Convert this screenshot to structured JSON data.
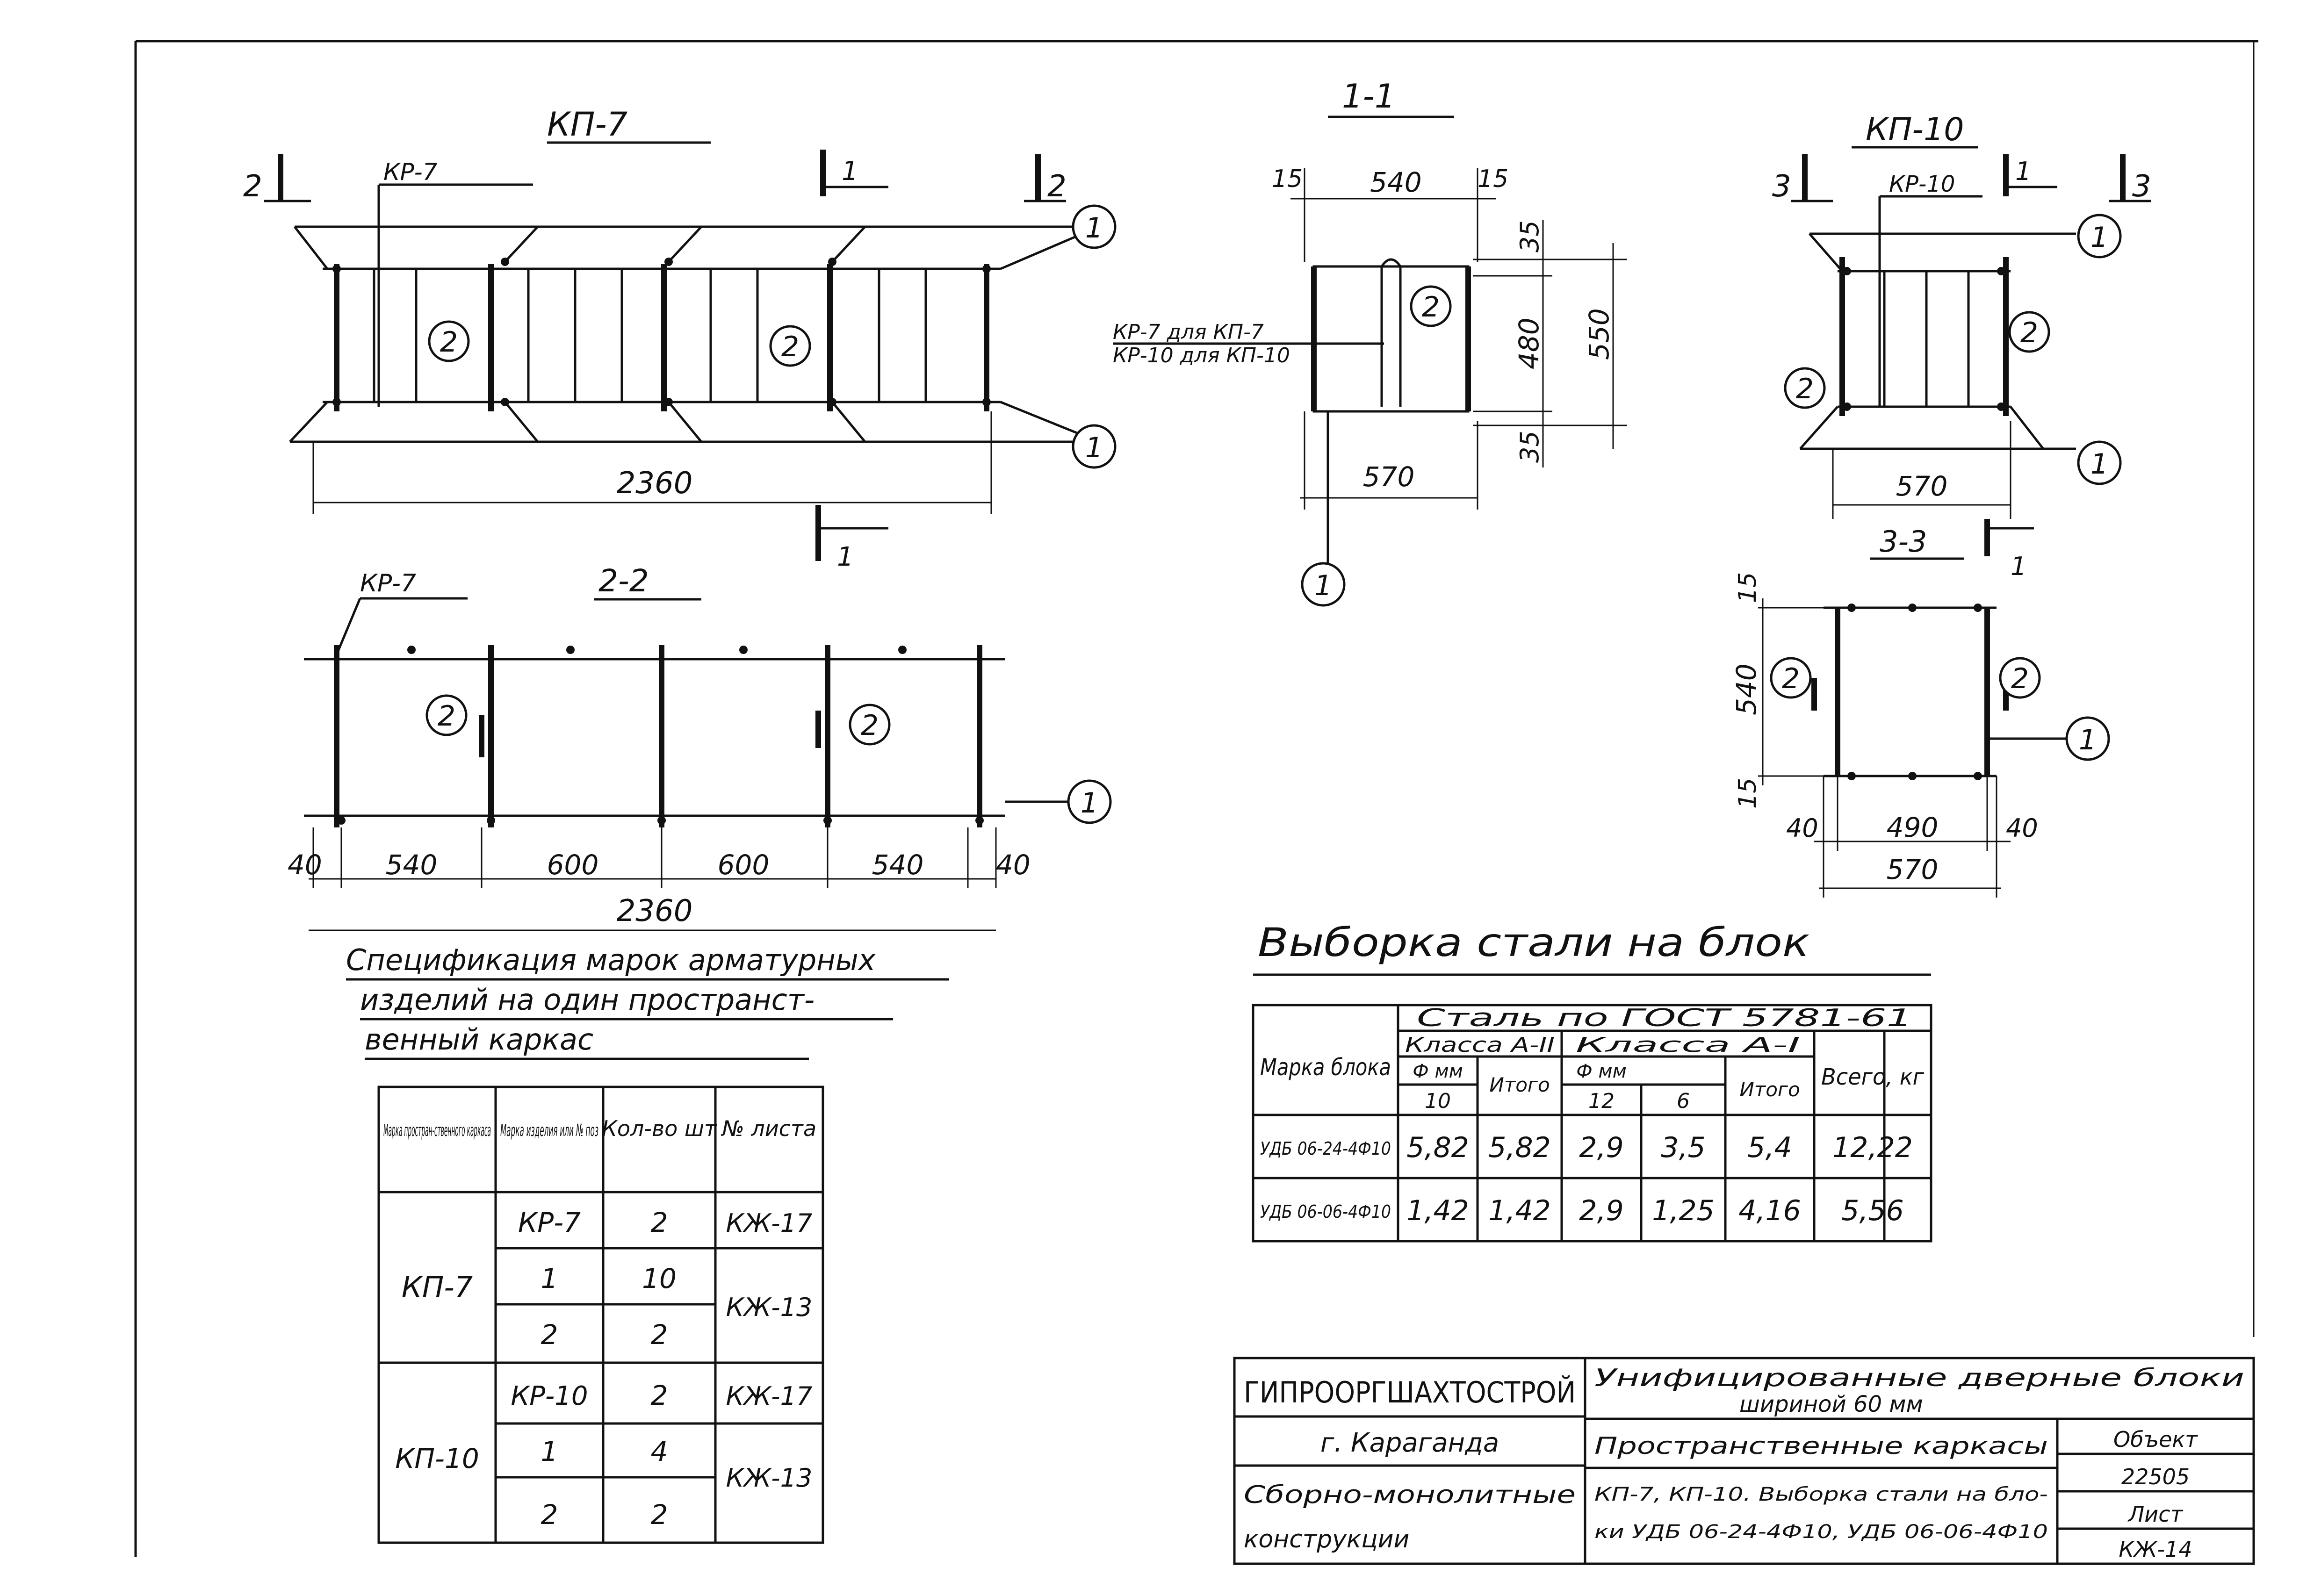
{
  "drawings": {
    "kp7_plan": {
      "title": "КП-7",
      "kr": "КР-7",
      "section_1": "1",
      "section_2": "2",
      "pos1": "1",
      "pos2": "2",
      "dim_total": "2360"
    },
    "section_11": {
      "title": "1-1",
      "dim_15a": "15",
      "dim_540": "540",
      "dim_15b": "15",
      "dim_35a": "35",
      "dim_480": "480",
      "dim_550": "550",
      "dim_35b": "35",
      "dim_570": "570",
      "note_line1": "КР-7 для КП-7",
      "note_line2": "КР-10 для КП-10",
      "pos1": "1",
      "pos2": "2"
    },
    "kp10_plan": {
      "title": "КП-10",
      "kr": "КР-10",
      "section_1": "1",
      "section_3": "3",
      "pos1": "1",
      "pos2": "2",
      "dim_570": "570"
    },
    "section_22": {
      "title": "2-2",
      "kr": "КР-7",
      "pos1": "1",
      "pos2": "2",
      "dims": [
        "40",
        "540",
        "600",
        "600",
        "540",
        "40"
      ],
      "dim_total": "2360"
    },
    "section_33": {
      "title": "3-3",
      "section_1": "1",
      "dim_15a": "15",
      "dim_540": "540",
      "dim_15b": "15",
      "dim_40a": "40",
      "dim_490": "490",
      "dim_40b": "40",
      "dim_570": "570",
      "pos1": "1",
      "pos2": "2"
    }
  },
  "spec_table": {
    "title_line1": "Спецификация марок арматурных",
    "title_line2": "изделий на один пространст-",
    "title_line3": "венный каркас",
    "headers": [
      "Марка простран-ственного каркаса",
      "Марка изделия или № поз",
      "Кол-во шт",
      "№ листа"
    ],
    "groups": [
      {
        "frame": "КП-7",
        "rows": [
          {
            "item": "КР-7",
            "qty": "2",
            "sheet": "КЖ-17"
          },
          {
            "item": "1",
            "qty": "10",
            "sheet": "КЖ-13"
          },
          {
            "item": "2",
            "qty": "2",
            "sheet": ""
          }
        ]
      },
      {
        "frame": "КП-10",
        "rows": [
          {
            "item": "КР-10",
            "qty": "2",
            "sheet": "КЖ-17"
          },
          {
            "item": "1",
            "qty": "4",
            "sheet": "КЖ-13"
          },
          {
            "item": "2",
            "qty": "2",
            "sheet": ""
          }
        ]
      }
    ]
  },
  "steel_table": {
    "title": "Выборка стали на блок",
    "header_top": "Сталь по ГОСТ 5781-61",
    "header_block": "Марка блока",
    "header_class_a2": "Класса А-II",
    "header_class_a1": "Класса А-I",
    "header_dia": "Ф мм",
    "header_total_col": "Итого",
    "header_all": "Всего, кг",
    "dia_a2": "10",
    "dia_a1": [
      "12",
      "6"
    ],
    "rows": [
      {
        "block": "УДБ 06-24-4Ф10",
        "a2_10": "5,82",
        "a2_total": "5,82",
        "a1_12": "2,9",
        "a1_6": "3,5",
        "a1_total": "5,4",
        "all": "12,22"
      },
      {
        "block": "УДБ 06-06-4Ф10",
        "a2_10": "1,42",
        "a2_total": "1,42",
        "a1_12": "2,9",
        "a1_6": "1,25",
        "a1_total": "4,16",
        "all": "5,56"
      }
    ]
  },
  "title_block": {
    "org": "ГИПРООРГШАХТОСТРОЙ",
    "city": "г. Караганда",
    "dept_line1": "Сборно-монолитные",
    "dept_line2": "конструкции",
    "project_line1": "Унифицированные дверные блоки",
    "project_line2": "шириной 60 мм",
    "sheet_title": "Пространственные каркасы",
    "sheet_desc_line1": "КП-7, КП-10. Выборка стали на бло-",
    "sheet_desc_line2": "ки УДБ 06-24-4Ф10, УДБ 06-06-4Ф10",
    "obj_label": "Объект",
    "obj_value": "22505",
    "sheet_label": "Лист",
    "sheet_value": "КЖ-14"
  }
}
